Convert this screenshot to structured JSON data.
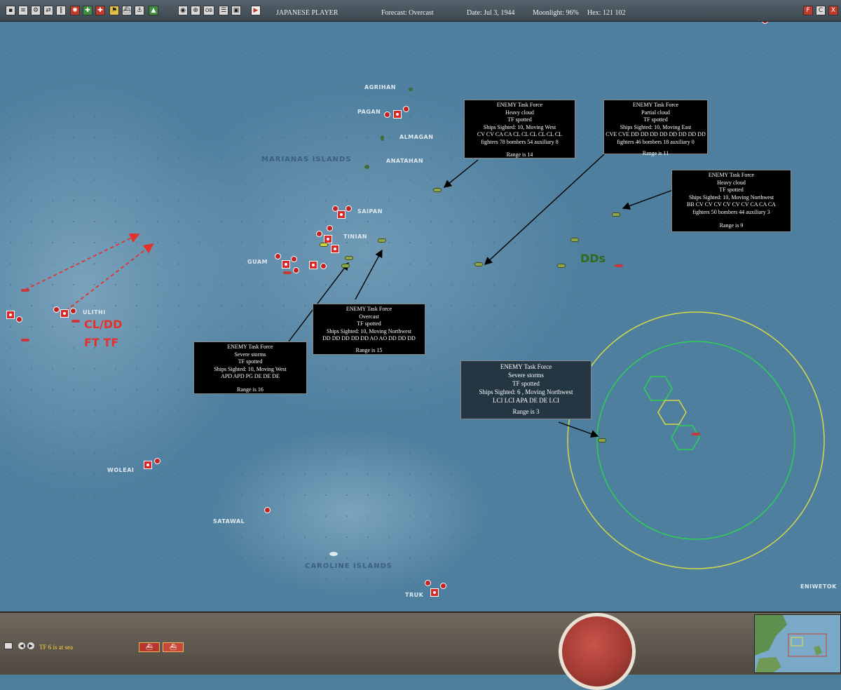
{
  "topbar": {
    "player": "JAPANESE PLAYER",
    "forecast": "Forecast: Overcast",
    "date": "Date: Jul 3, 1944",
    "moonlight": "Moonlight: 96%",
    "hex": "Hex: 121  102",
    "icons": [
      "save-icon",
      "document-icon",
      "settings-icon",
      "routes-icon",
      "pause-icon",
      "rising-sun-icon",
      "air-icon",
      "ground-icon",
      "flag-icon",
      "ship-icon",
      "anchor-icon",
      "base-icon",
      "globe-icon",
      "target-icon",
      "ob-icon",
      "list-icon",
      "intel-icon",
      "play-icon"
    ],
    "ob_label": "OB",
    "right_buttons": [
      "F",
      "C",
      "X"
    ]
  },
  "labels": {
    "agrihan": "AGRIHAN",
    "pagan": "PAGAN",
    "almagan": "ALMAGAN",
    "anatahan": "ANATAHAN",
    "marianas": "MARIANAS ISLANDS",
    "saipan": "SAIPAN",
    "tinian": "TINIAN",
    "guam": "GUAM",
    "ulithi": "ULITHI",
    "woleai": "WOLEAI",
    "satawal": "SATAWAL",
    "carolines": "CAROLINE ISLANDS",
    "truk": "TRUK",
    "eniwetok": "ENIWETOK"
  },
  "annotations": {
    "cldd": "CL/DD",
    "fttf": "FT TF",
    "dds": "DDs"
  },
  "reports": [
    {
      "lines": [
        "ENEMY Task Force",
        "Heavy cloud",
        "TF spotted",
        "Ships Sighted: 10, Moving West",
        "CV CV CA CA CL CL CL CL CL CL",
        "fighters 78  bombers 54  auxiliary 8",
        "",
        "Range is 14"
      ]
    },
    {
      "lines": [
        "ENEMY Task Force",
        "Partial cloud",
        "TF spotted",
        "Ships Sighted: 10, Moving East",
        "CVE CVE DD DD DD DD DD DD DD DD",
        "fighters 46  bombers 18  auxiliary 0",
        "",
        "Range is 11"
      ]
    },
    {
      "lines": [
        "ENEMY Task Force",
        "Heavy cloud",
        "TF spotted",
        "Ships Sighted: 10, Moving Northwest",
        "BB CV CV CV CV CV CV CA CA CA",
        "fighters 50  bombers 44  auxiliary 3",
        "",
        "Range is 9"
      ]
    },
    {
      "lines": [
        "ENEMY Task Force",
        "Overcast",
        "TF spotted",
        "Ships Sighted: 10, Moving Northwest",
        "DD DD DD DD DD AO AO DD DD DD",
        "",
        "Range is 15"
      ]
    },
    {
      "lines": [
        "ENEMY Task Force",
        "Severe storms",
        "TF spotted",
        "Ships Sighted: 10, Moving West",
        "APD APD PG DE DE DE",
        "",
        "Range is 16"
      ]
    },
    {
      "lines": [
        "ENEMY Task Force",
        "Severe storms",
        "TF spotted",
        "Ships Sighted: 6 , Moving Northwest",
        "LCI LCI APA DE DE LCI",
        "",
        "Range is 3"
      ]
    }
  ],
  "bottombar": {
    "status": "TF 6 is at sea",
    "nav_prev": "◀",
    "nav_next": "▶"
  },
  "colors": {
    "ocean": "#4e7f9e",
    "enemy_tf": "#8ea54a",
    "japanese_base": "#d8282a",
    "annotation_red": "#e3322c",
    "annotation_green": "#2f6b1f",
    "range_outer": "#d4d94a",
    "range_inner": "#2fcf55",
    "status_text": "#ffd43b"
  }
}
